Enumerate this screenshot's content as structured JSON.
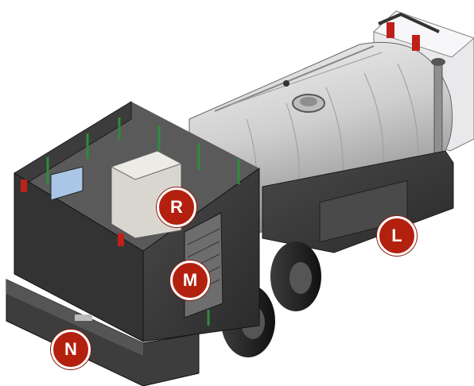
{
  "diagram": {
    "callouts": {
      "r": "R",
      "m": "M",
      "l": "L",
      "n": "N"
    }
  },
  "colors": {
    "callout_fill": "#b3200e",
    "callout_text": "#ffffff",
    "body_dark": "#3a3a3a",
    "tank_light": "#c9c9c9",
    "accent_green": "#2e8b3e",
    "valve_red": "#c0201a"
  }
}
